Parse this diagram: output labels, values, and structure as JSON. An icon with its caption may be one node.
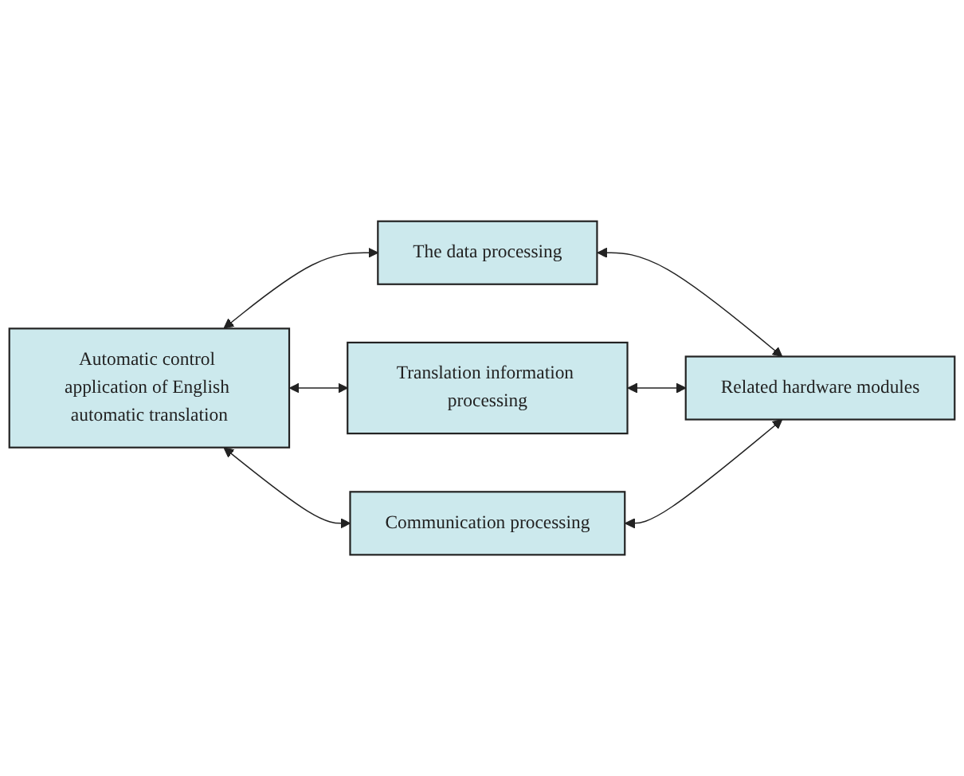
{
  "diagram": {
    "nodes": [
      {
        "text": [
          "Automatic control application of English automatic translation"
        ]
      },
      {
        "text": [
          "The data processing"
        ]
      },
      {
        "text": [
          "Translation information processing"
        ]
      },
      {
        "text": [
          "Communication processing"
        ]
      },
      {
        "text": [
          "Related hardware modules"
        ]
      }
    ],
    "edges": [
      {
        "from": 0,
        "to": 1,
        "arrow": "both"
      },
      {
        "from": 1,
        "to": 4,
        "arrow": "both"
      },
      {
        "from": 0,
        "to": 2,
        "arrow": "both"
      },
      {
        "from": 2,
        "to": 4,
        "arrow": "both"
      },
      {
        "from": 0,
        "to": 3,
        "arrow": "both"
      },
      {
        "from": 3,
        "to": 4,
        "arrow": "both"
      }
    ]
  }
}
